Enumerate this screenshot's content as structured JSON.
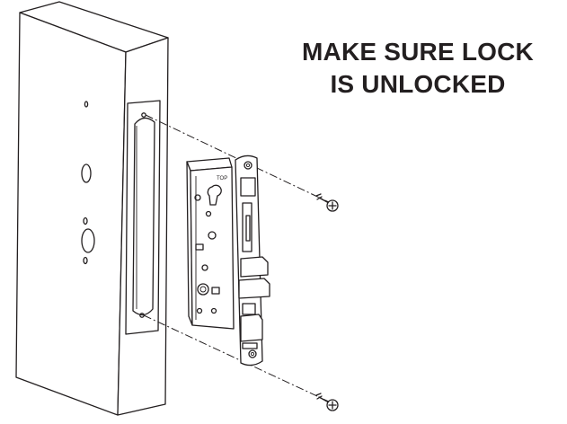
{
  "instruction": {
    "line1": "MAKE SURE LOCK",
    "line2": "IS UNLOCKED"
  },
  "illustration": {
    "lock_case_label": "TOP"
  },
  "colors": {
    "ink": "#231f20",
    "background": "#ffffff"
  }
}
